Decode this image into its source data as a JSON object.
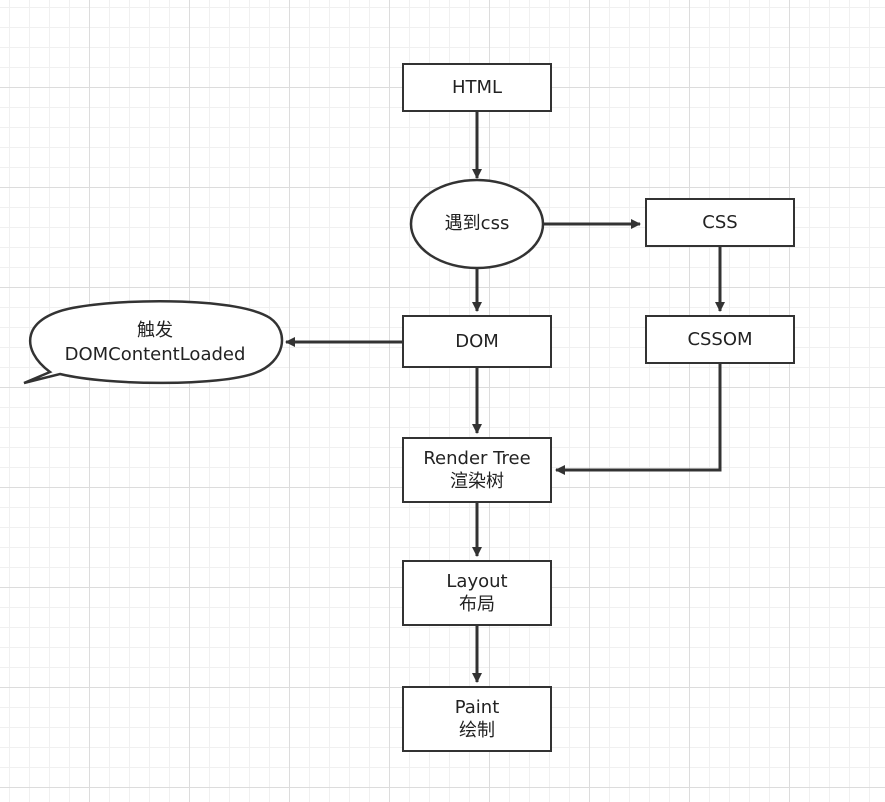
{
  "diagram": {
    "nodes": {
      "html": {
        "label": "HTML"
      },
      "meet_css": {
        "label": "遇到css"
      },
      "css": {
        "label": "CSS"
      },
      "dom": {
        "label": "DOM"
      },
      "cssom": {
        "label": "CSSOM"
      },
      "trigger": {
        "line1": "触发",
        "line2": "DOMContentLoaded"
      },
      "render_tree": {
        "line1": "Render Tree",
        "line2": "渲染树"
      },
      "layout": {
        "line1": "Layout",
        "line2": "布局"
      },
      "paint": {
        "line1": "Paint",
        "line2": "绘制"
      }
    },
    "edges": [
      {
        "from": "html",
        "to": "meet_css"
      },
      {
        "from": "meet_css",
        "to": "css"
      },
      {
        "from": "meet_css",
        "to": "dom"
      },
      {
        "from": "css",
        "to": "cssom"
      },
      {
        "from": "dom",
        "to": "trigger"
      },
      {
        "from": "dom",
        "to": "render_tree"
      },
      {
        "from": "cssom",
        "to": "render_tree"
      },
      {
        "from": "render_tree",
        "to": "layout"
      },
      {
        "from": "layout",
        "to": "paint"
      }
    ],
    "colors": {
      "stroke": "#333333",
      "fill": "#ffffff",
      "grid": "#dcdcdc"
    }
  }
}
